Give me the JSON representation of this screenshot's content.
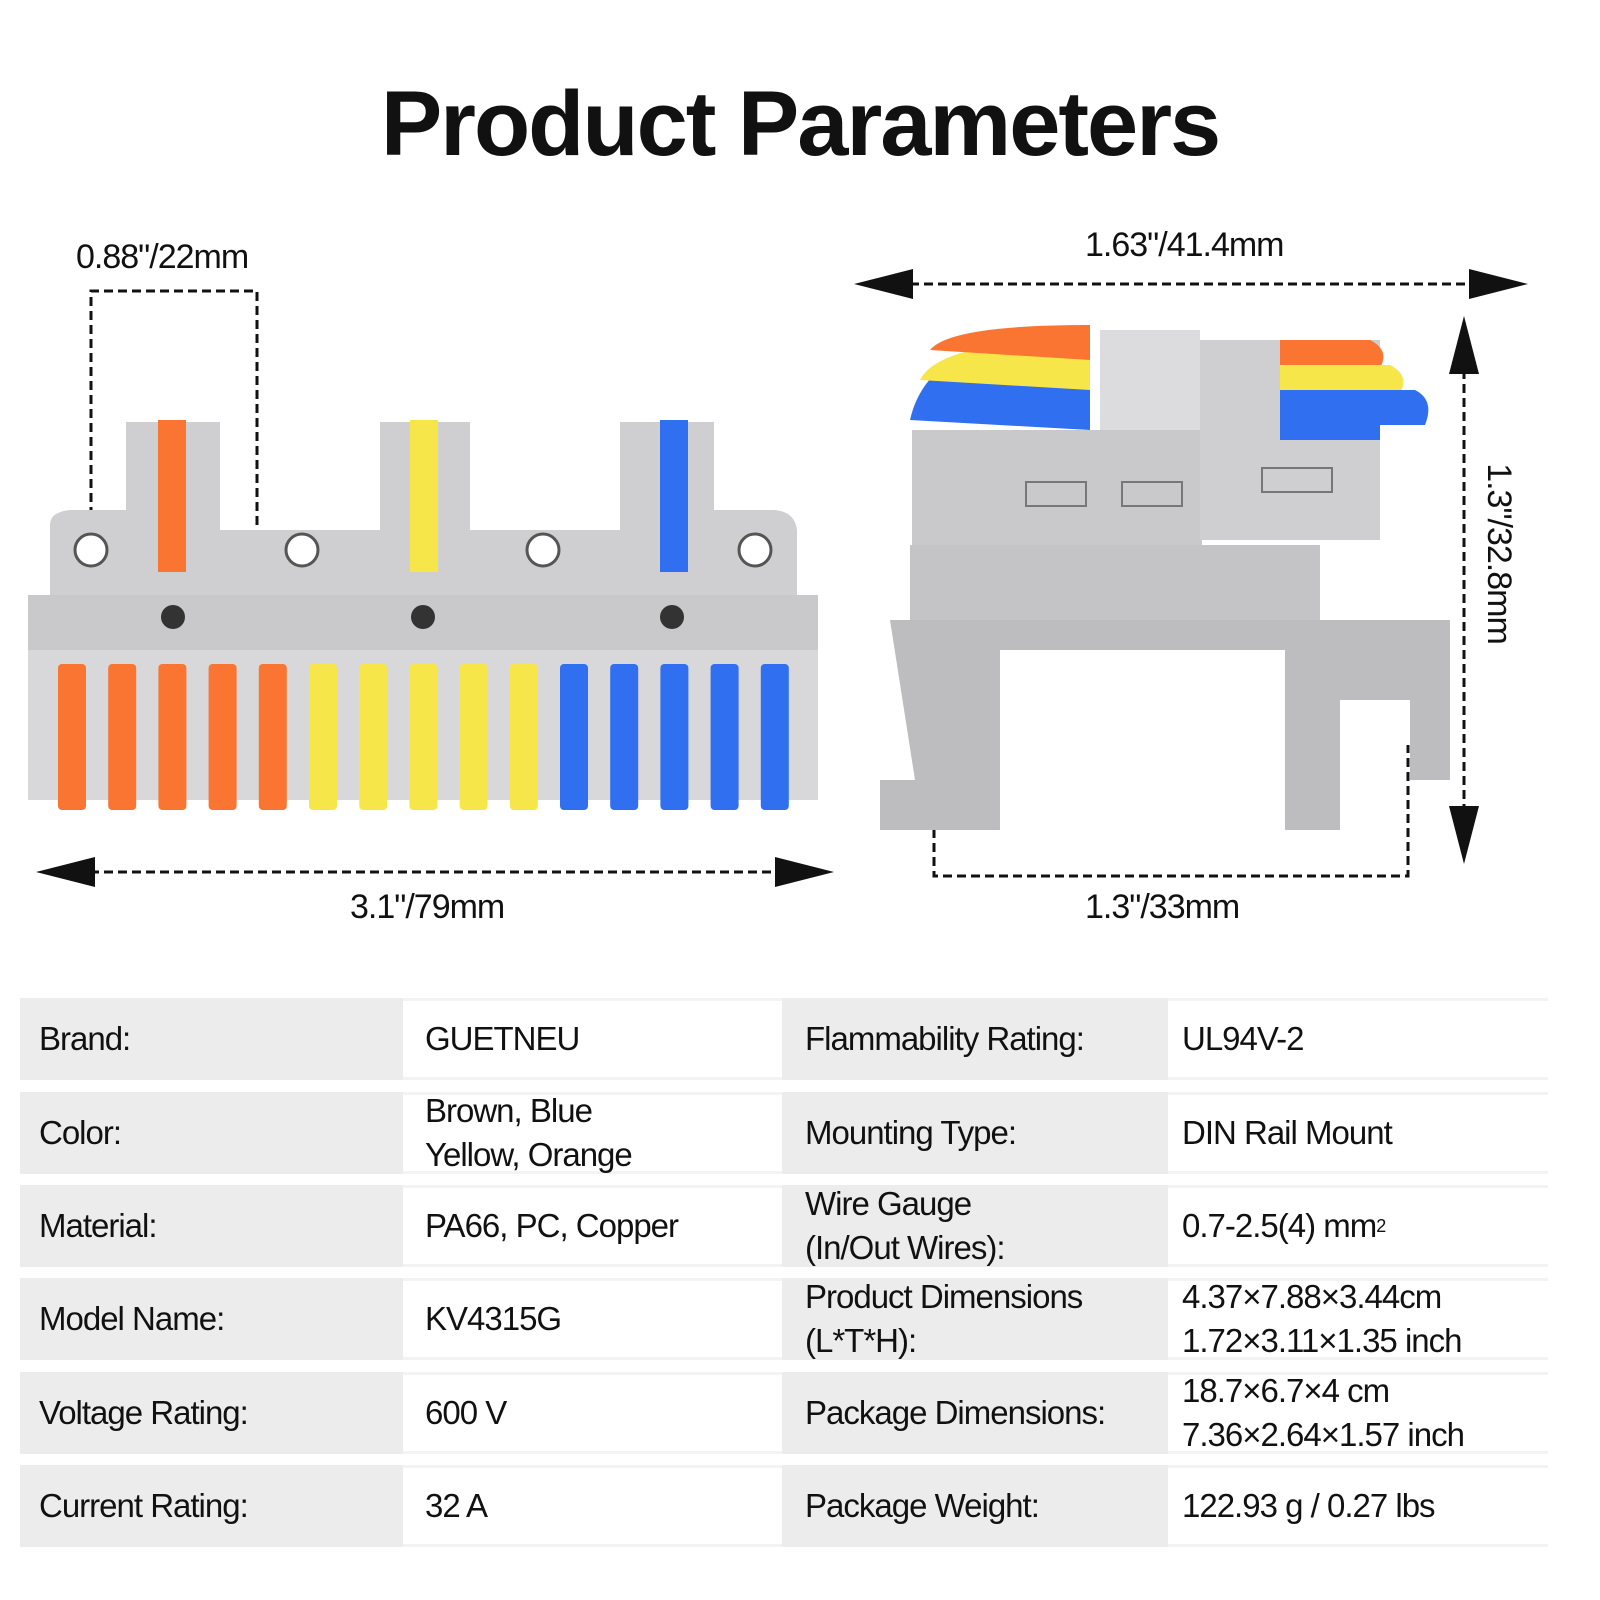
{
  "title": "Product Parameters",
  "dimensions": {
    "pitch": "0.88\"/22mm",
    "length": "3.1\"/79mm",
    "depth": "1.63\"/41.4mm",
    "height": "1.3\"/32.8mm",
    "rail": "1.3\"/33mm"
  },
  "lever_colors": [
    "#f97531",
    "#f97531",
    "#f97531",
    "#f97531",
    "#f97531",
    "#f7e64a",
    "#f7e64a",
    "#f7e64a",
    "#f7e64a",
    "#f7e64a",
    "#2f6ff0",
    "#2f6ff0",
    "#2f6ff0",
    "#2f6ff0",
    "#2f6ff0"
  ],
  "specs": [
    {
      "l1": "Brand:",
      "v1": [
        "GUETNEU"
      ],
      "l2": [
        "Flammability Rating:"
      ],
      "v2": [
        "UL94V-2"
      ]
    },
    {
      "l1": "Color:",
      "v1": [
        "Brown, Blue",
        "Yellow, Orange"
      ],
      "l2": [
        "Mounting Type:"
      ],
      "v2": [
        "DIN Rail Mount"
      ]
    },
    {
      "l1": "Material:",
      "v1": [
        "PA66, PC, Copper"
      ],
      "l2": [
        "Wire Gauge",
        "(In/Out Wires):"
      ],
      "v2": [
        "0.7-2.5(4) mm"
      ],
      "v2_sup": "2"
    },
    {
      "l1": "Model Name:",
      "v1": [
        "KV4315G"
      ],
      "l2": [
        "Product Dimensions",
        "(L*T*H):"
      ],
      "v2": [
        "4.37×7.88×3.44cm",
        "1.72×3.11×1.35 inch"
      ]
    },
    {
      "l1": "Voltage Rating:",
      "v1": [
        "600 V"
      ],
      "l2": [
        "Package Dimensions:"
      ],
      "v2": [
        "18.7×6.7×4 cm",
        "7.36×2.64×1.57 inch"
      ]
    },
    {
      "l1": "Current Rating:",
      "v1": [
        "32 A"
      ],
      "l2": [
        "Package Weight:"
      ],
      "v2": [
        " 122.93 g / 0.27 lbs"
      ]
    }
  ]
}
